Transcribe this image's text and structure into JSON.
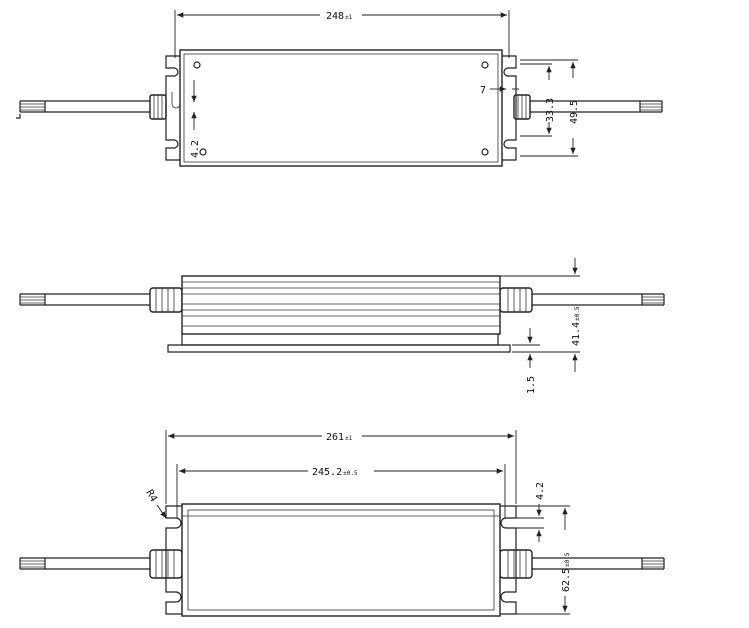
{
  "views": {
    "top": {
      "dim_width": {
        "main": "248",
        "tol": "±1"
      },
      "dim_slot": "7",
      "dim_hole": "4.2",
      "dim_v1": "33.3",
      "dim_v2": "49.5"
    },
    "side": {
      "dim_height": {
        "main": "41.4",
        "tol": "±0.5"
      },
      "dim_flange": "1.5"
    },
    "bottom": {
      "dim_total": {
        "main": "261",
        "tol": "±1"
      },
      "dim_inner": {
        "main": "245.2",
        "tol": "±0.5"
      },
      "dim_radius": "R4",
      "dim_slot": "4.2",
      "dim_depth": {
        "main": "62.5",
        "tol": "±0.5"
      }
    }
  }
}
